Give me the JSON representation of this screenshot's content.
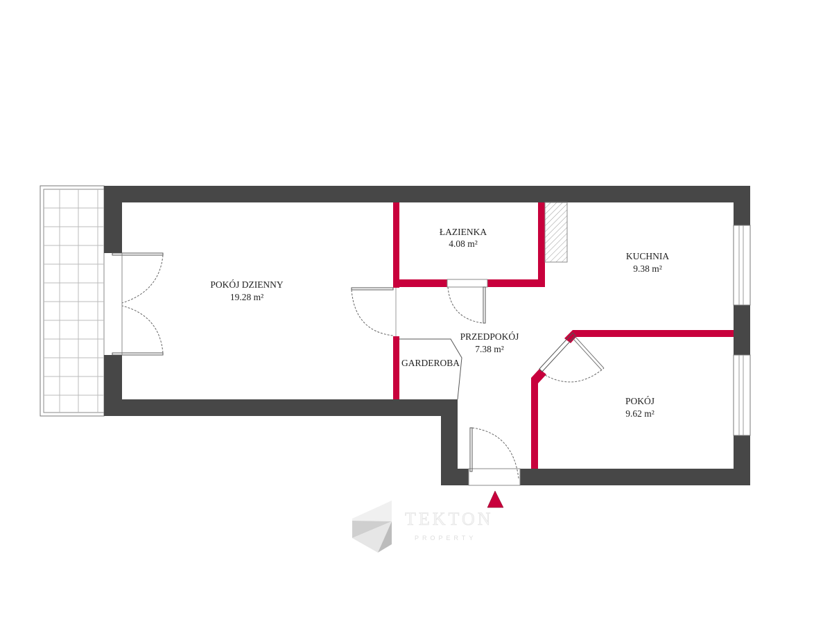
{
  "rooms": [
    {
      "name": "POKÓJ DZIENNY",
      "area": "19.28 m²"
    },
    {
      "name": "ŁAZIENKA",
      "area": "4.08 m²"
    },
    {
      "name": "KUCHNIA",
      "area": "9.38 m²"
    },
    {
      "name": "PRZEDPOKÓJ",
      "area": "7.38 m²"
    },
    {
      "name": "GARDEROBA"
    },
    {
      "name": "POKÓJ",
      "area": "9.62 m²"
    }
  ],
  "logo": {
    "name": "TEKTON",
    "tagline": "PROPERTY"
  },
  "colors": {
    "outer_wall": "#474747",
    "inner_wall": "#c8003c",
    "entrance_marker": "#c8003c"
  }
}
